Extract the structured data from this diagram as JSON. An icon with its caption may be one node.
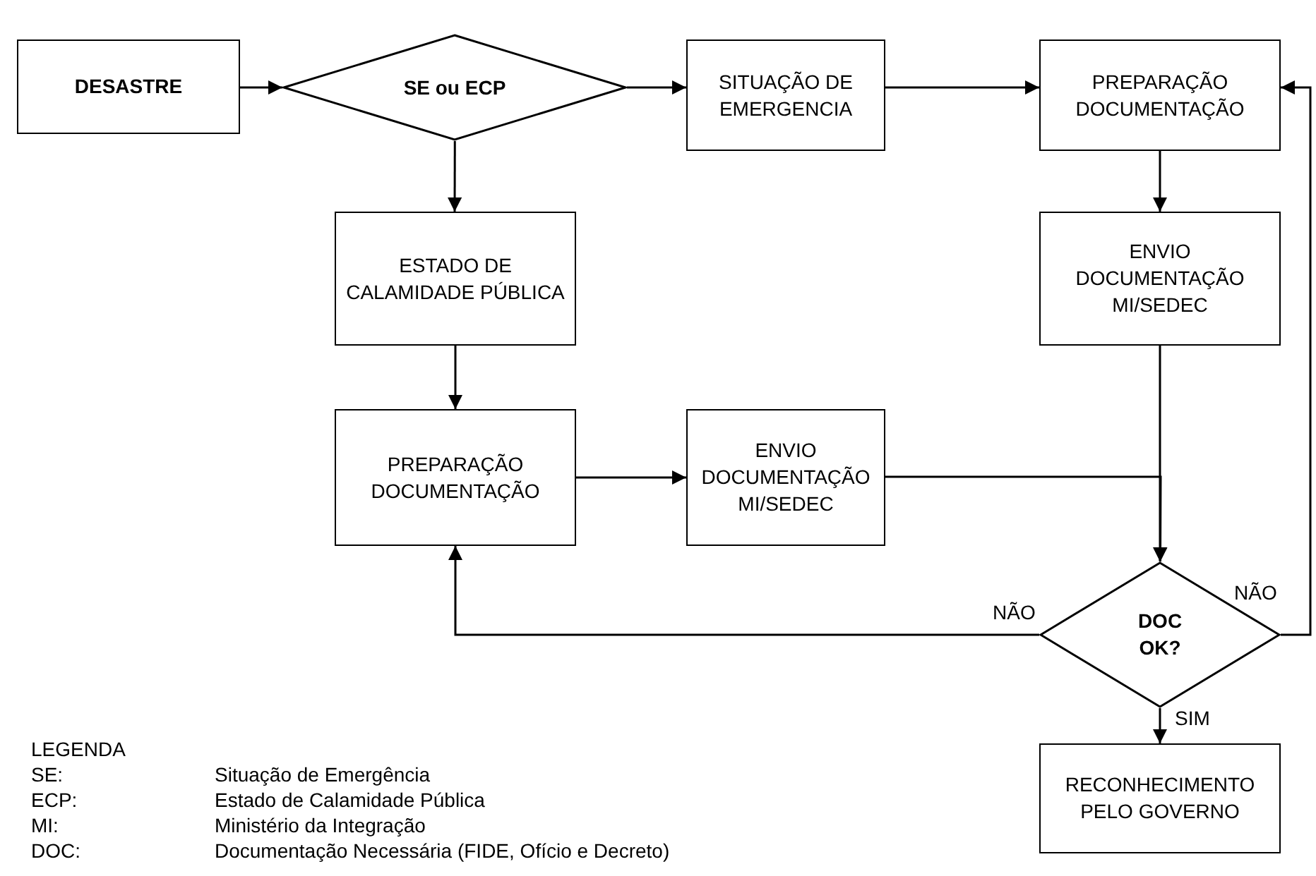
{
  "diagram": {
    "nodes": [
      {
        "text": [
          "DESASTRE"
        ]
      },
      {
        "text": [
          "SE ou ECP"
        ]
      },
      {
        "text": [
          "SITUAÇÃO DE EMERGENCIA"
        ]
      },
      {
        "text": [
          "PREPARAÇÃO DOCUMENTAÇÃO"
        ]
      },
      {
        "text": [
          "ESTADO DE CALAMIDADE PÚBLICA"
        ]
      },
      {
        "text": [
          "ENVIO DOCUMENTAÇÃO MI/SEDEC"
        ]
      },
      {
        "text": [
          "PREPARAÇÃO DOCUMENTAÇÃO"
        ]
      },
      {
        "text": [
          "ENVIO DOCUMENTAÇÃO MI/SEDEC"
        ]
      },
      {
        "text": [
          "DOC OK?"
        ]
      },
      {
        "text": [
          "RECONHECIMENTO PELO GOVERNO"
        ]
      }
    ],
    "edges": [
      {
        "from": 0,
        "to": 1,
        "arrow": "to"
      },
      {
        "from": 1,
        "to": 2,
        "arrow": "to"
      },
      {
        "from": 2,
        "to": 3,
        "arrow": "to"
      },
      {
        "from": 1,
        "to": 4,
        "arrow": "to"
      },
      {
        "from": 3,
        "to": 5,
        "arrow": "to"
      },
      {
        "from": 4,
        "to": 6,
        "arrow": "to"
      },
      {
        "from": 6,
        "to": 7,
        "arrow": "to"
      },
      {
        "from": 7,
        "to": 8,
        "arrow": "to"
      },
      {
        "from": 5,
        "to": 8,
        "arrow": "to"
      },
      {
        "from": 8,
        "to": 6,
        "arrow": "to",
        "label": "NÃO"
      },
      {
        "from": 8,
        "to": 3,
        "arrow": "to",
        "label": "NÃO"
      },
      {
        "from": 8,
        "to": 9,
        "arrow": "to",
        "label": "SIM"
      }
    ],
    "labels": [
      "LEGENDA",
      "SE:",
      "Situação de Emergência",
      "ECP:",
      "Estado de Calamidade Pública",
      "MI:",
      "Ministério da Integração",
      "DOC:",
      "Documentação Necessária (FIDE, Ofício e Decreto)"
    ]
  }
}
